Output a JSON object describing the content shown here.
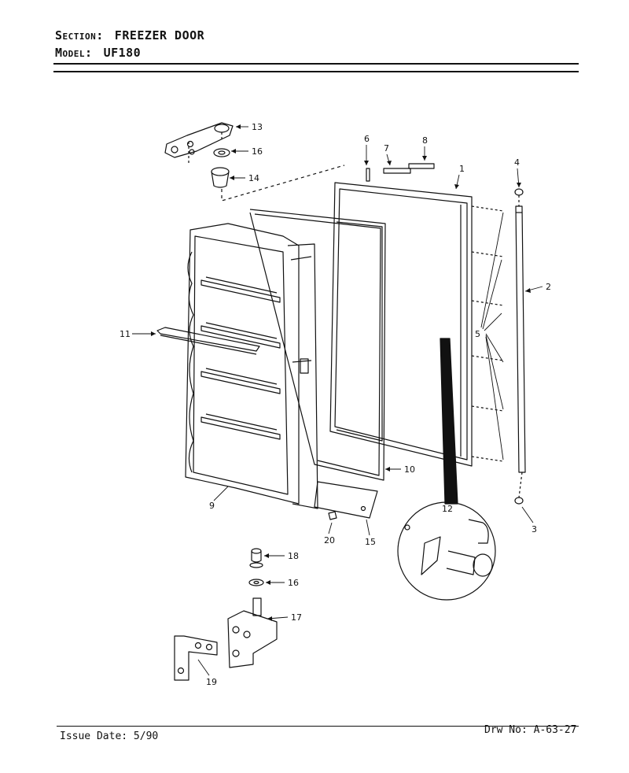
{
  "header": {
    "section_label": "Section:",
    "section_value": "FREEZER DOOR",
    "model_label": "Model:",
    "model_value": "UF180"
  },
  "footer": {
    "issue_date": "Issue Date: 5/90",
    "drawing_no": "Drw No: A-63-27"
  },
  "callouts": {
    "c1": "1",
    "c2": "2",
    "c3": "3",
    "c4": "4",
    "c5": "5",
    "c6": "6",
    "c7": "7",
    "c8": "8",
    "c9": "9",
    "c10": "10",
    "c11": "11",
    "c12": "12",
    "c13": "13",
    "c14": "14",
    "c15": "15",
    "c16a": "16",
    "c16b": "16",
    "c17": "17",
    "c18": "18",
    "c19": "19",
    "c20": "20"
  }
}
